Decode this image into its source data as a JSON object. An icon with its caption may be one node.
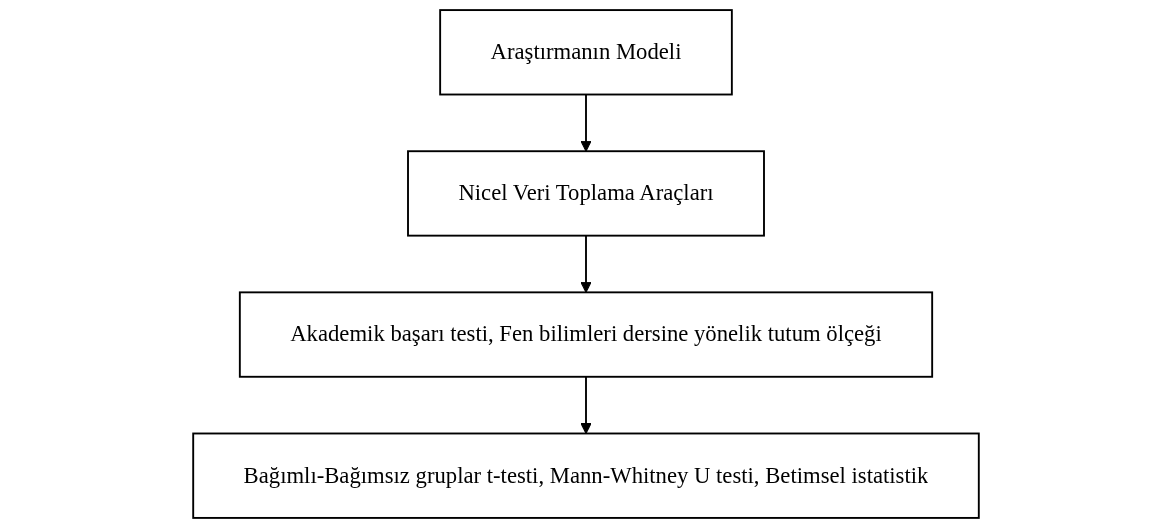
{
  "diagram": {
    "nodes": [
      {
        "text": [
          "Araştırmanın Modeli"
        ]
      },
      {
        "text": [
          "Nicel Veri Toplama Araçları"
        ]
      },
      {
        "text": [
          "Akademik başarı testi, Fen bilimleri dersine yönelik tutum ölçeği"
        ]
      },
      {
        "text": [
          "Bağımlı-Bağımsız gruplar t-testi, Mann-Whitney U testi, Betimsel istatistik"
        ]
      }
    ],
    "edges": [
      {
        "from": 0,
        "to": 1,
        "arrow": "to"
      },
      {
        "from": 1,
        "to": 2,
        "arrow": "to"
      },
      {
        "from": 2,
        "to": 3,
        "arrow": "to"
      }
    ]
  }
}
